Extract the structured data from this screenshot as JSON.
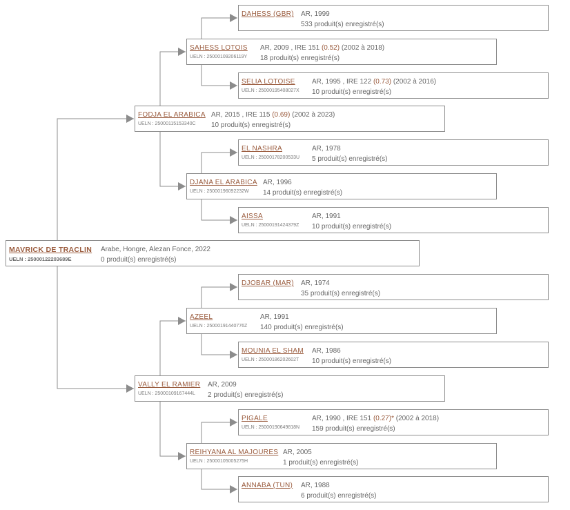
{
  "pedigree": {
    "root": {
      "name": "MAVRICK DE TRACLIN",
      "ueln": "UELN : 25000122203689E",
      "info": "Arabe, Hongre, Alezan Fonce, 2022",
      "products": "0 produit(s) enregistré(s)"
    },
    "sire": {
      "name": "FODJA EL ARABICA",
      "ueln": "UELN : 25000115153340C",
      "info_a": "AR, 2015 , IRE 115 ",
      "ire": "(0.69)",
      "info_b": " (2002 à 2023)",
      "products": "10 produit(s) enregistré(s)"
    },
    "sire_sire": {
      "name": "SAHESS LOTOIS",
      "ueln": "UELN : 25000109206119Y",
      "info_a": "AR, 2009 , IRE 151 ",
      "ire": "(0.52)",
      "info_b": " (2002 à 2018)",
      "products": "18 produit(s) enregistré(s)"
    },
    "sire_sire_sire": {
      "name": "DAHESS (GBR)",
      "ueln": "",
      "info_a": "AR, 1999",
      "ire": "",
      "info_b": "",
      "products": "533 produit(s) enregistré(s)"
    },
    "sire_sire_dam": {
      "name": "SELIA LOTOISE",
      "ueln": "UELN : 25000195408027X",
      "info_a": "AR, 1995 , IRE 122 ",
      "ire": "(0.73)",
      "info_b": " (2002 à 2016)",
      "products": "10 produit(s) enregistré(s)"
    },
    "sire_dam": {
      "name": "DJANA EL ARABICA",
      "ueln": "UELN : 25000196092232W",
      "info_a": "AR, 1996",
      "ire": "",
      "info_b": "",
      "products": "14 produit(s) enregistré(s)"
    },
    "sire_dam_sire": {
      "name": "EL NASHRA",
      "ueln": "UELN : 25000178200533U",
      "info_a": "AR, 1978",
      "ire": "",
      "info_b": "",
      "products": "5 produit(s) enregistré(s)"
    },
    "sire_dam_dam": {
      "name": "AISSA",
      "ueln": "UELN : 25000191424379Z",
      "info_a": "AR, 1991",
      "ire": "",
      "info_b": "",
      "products": "10 produit(s) enregistré(s)"
    },
    "dam": {
      "name": "VALLY EL RAMIER",
      "ueln": "UELN : 25000109167444L",
      "info_a": "AR, 2009",
      "ire": "",
      "info_b": "",
      "products": "2 produit(s) enregistré(s)"
    },
    "dam_sire": {
      "name": "AZEEL",
      "ueln": "UELN : 25000191440776Z",
      "info_a": "AR, 1991",
      "ire": "",
      "info_b": "",
      "products": "140 produit(s) enregistré(s)"
    },
    "dam_sire_sire": {
      "name": "DJOBAR (MAR)",
      "ueln": "",
      "info_a": "AR, 1974",
      "ire": "",
      "info_b": "",
      "products": "35 produit(s) enregistré(s)"
    },
    "dam_sire_dam": {
      "name": "MOUNIA EL SHAM",
      "ueln": "UELN : 25000186202602T",
      "info_a": "AR, 1986",
      "ire": "",
      "info_b": "",
      "products": "10 produit(s) enregistré(s)"
    },
    "dam_dam": {
      "name": "REIHYANA AL MAJOURES",
      "ueln": "UELN : 25000105005275H",
      "info_a": "AR, 2005",
      "ire": "",
      "info_b": "",
      "products": "1 produit(s) enregistré(s)"
    },
    "dam_dam_sire": {
      "name": "PIGALE",
      "ueln": "UELN : 25000190649818N",
      "info_a": "AR, 1990 , IRE 151 ",
      "ire": "(0.27)*",
      "info_b": " (2002 à 2018)",
      "products": "159 produit(s) enregistré(s)"
    },
    "dam_dam_dam": {
      "name": "ANNABA (TUN)",
      "ueln": "",
      "info_a": "AR, 1988",
      "ire": "",
      "info_b": "",
      "products": "6 produit(s) enregistré(s)"
    }
  }
}
